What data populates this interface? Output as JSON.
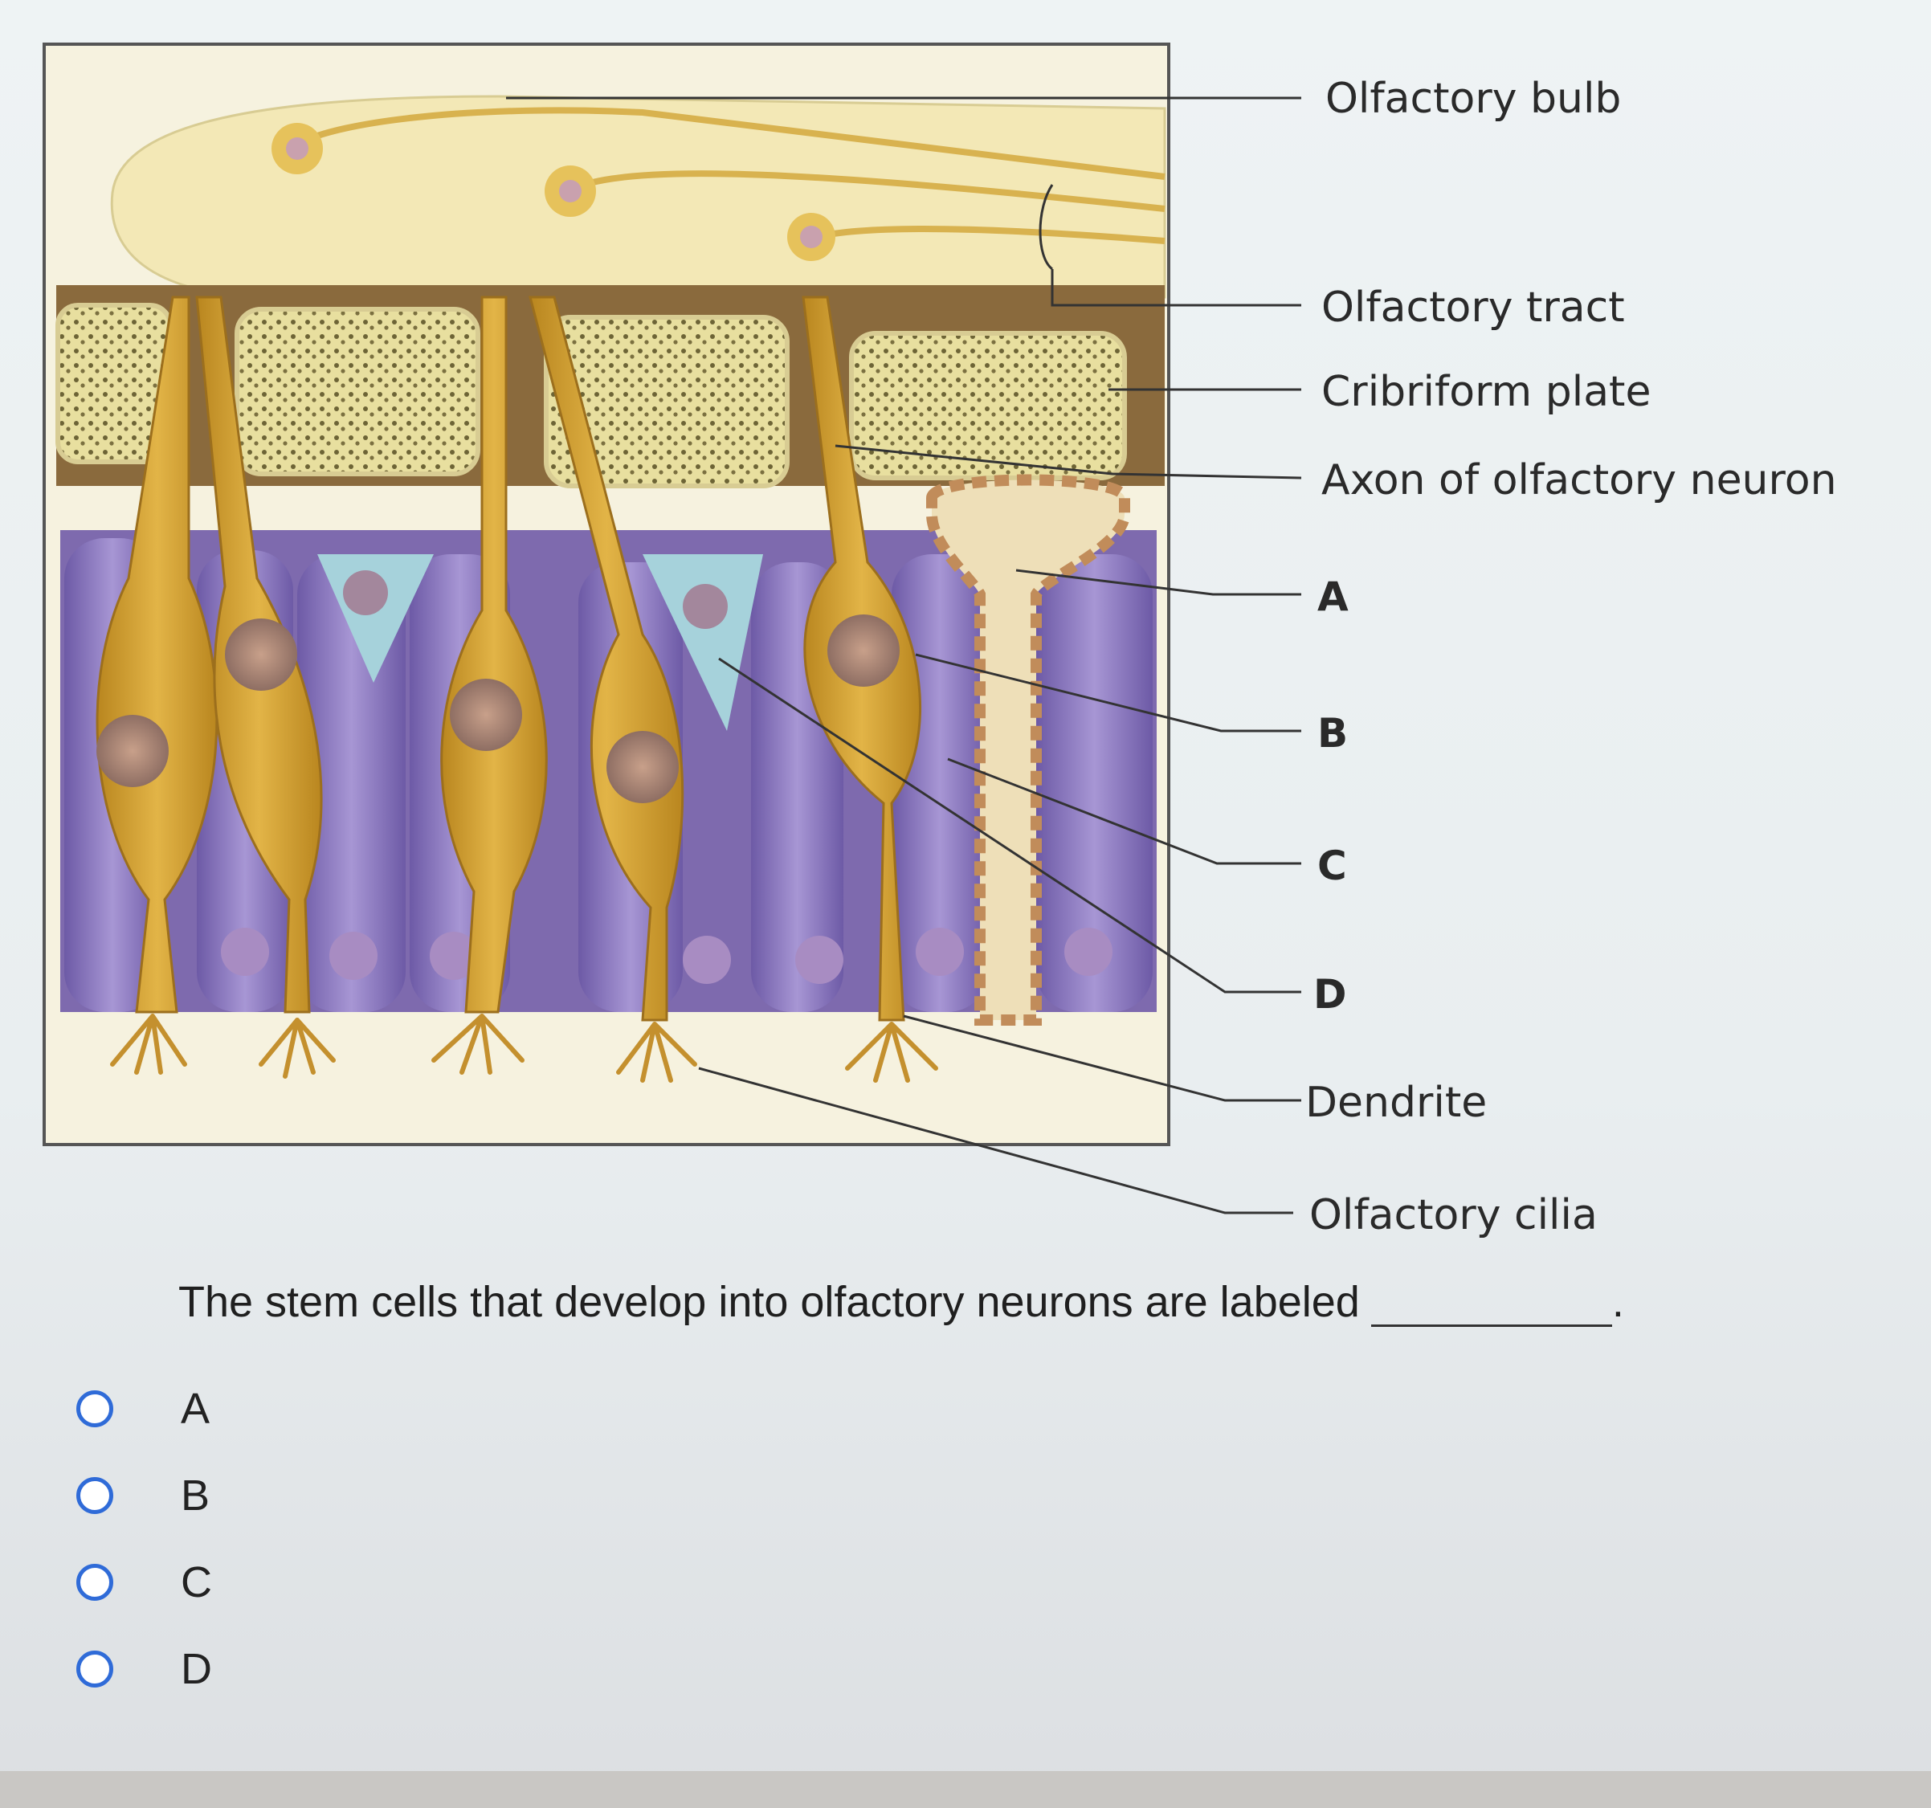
{
  "diagram": {
    "labels": {
      "olfactory_bulb": "Olfactory bulb",
      "olfactory_tract": "Olfactory tract",
      "cribriform_plate": "Cribriform plate",
      "axon": "Axon of olfactory neuron",
      "a": "A",
      "b": "B",
      "c": "C",
      "d": "D",
      "dendrite": "Dendrite",
      "olfactory_cilia": "Olfactory cilia"
    },
    "colors": {
      "neuron": "#d9a533",
      "supporting_cell": "#8f7bc0",
      "basal_cell": "#9fcbd5",
      "bone": "#f0e8b8",
      "bulb": "#f5ecbd"
    }
  },
  "question": {
    "text": "The stem cells that develop into olfactory neurons are labeled",
    "suffix": "."
  },
  "options": [
    {
      "label": "A"
    },
    {
      "label": "B"
    },
    {
      "label": "C"
    },
    {
      "label": "D"
    }
  ]
}
